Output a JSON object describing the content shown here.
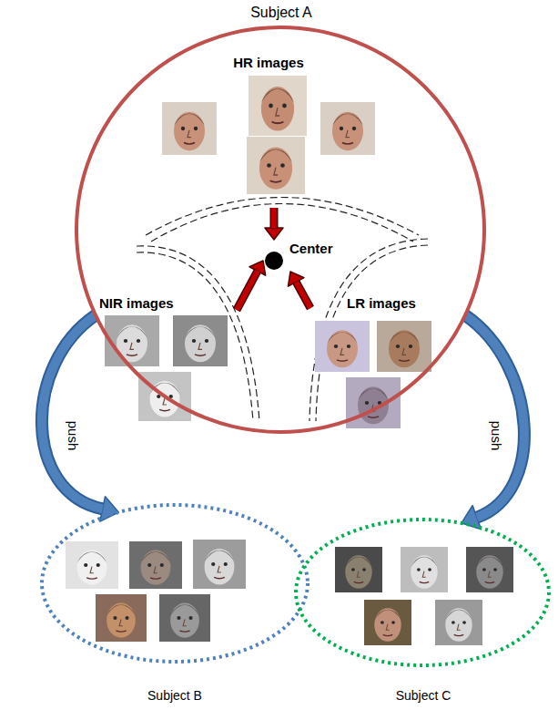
{
  "diagram": {
    "nodes": [
      {
        "text": [
          "Subject A"
        ]
      },
      {
        "text": [
          "HR images"
        ],
        "in": 0
      },
      {
        "text": [
          "Center"
        ],
        "in": 0
      },
      {
        "text": [
          "NIR images"
        ],
        "in": 0
      },
      {
        "text": [
          "LR images"
        ],
        "in": 0
      },
      {
        "text": [
          "Subject B"
        ]
      },
      {
        "text": [
          "Subject C"
        ]
      }
    ],
    "edges": [
      {
        "from": 1,
        "to": 2,
        "arrow": "to"
      },
      {
        "from": 3,
        "to": 2,
        "arrow": "to"
      },
      {
        "from": 4,
        "to": 2,
        "arrow": "to"
      },
      {
        "from": 0,
        "to": 5,
        "label": "push",
        "arrow": "to"
      },
      {
        "from": 0,
        "to": 6,
        "label": "push",
        "arrow": "to"
      }
    ]
  }
}
